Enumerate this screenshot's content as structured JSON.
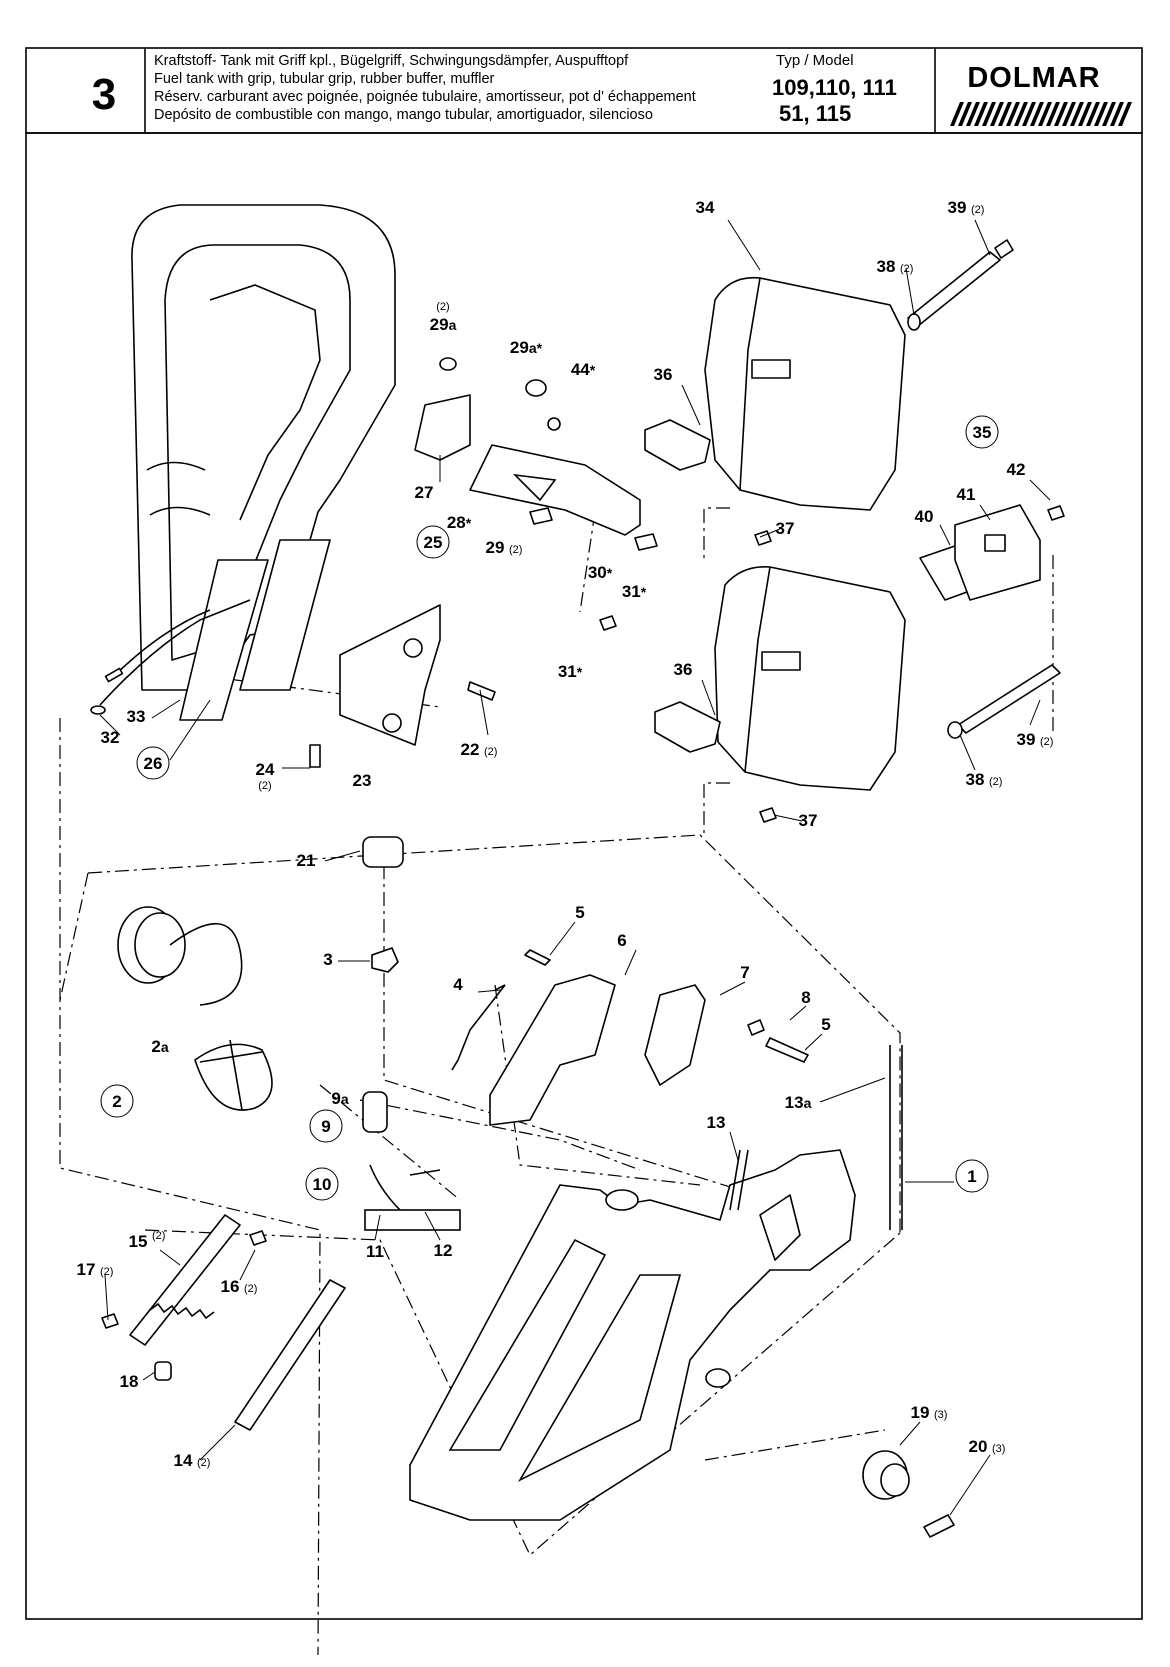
{
  "header": {
    "section_number": "3",
    "descriptions": [
      "Kraftstoff- Tank mit Griff kpl., Bügelgriff, Schwingungsdämpfer, Auspufftopf",
      "Fuel tank with grip, tubular grip, rubber buffer, muffler",
      "Réserv. carburant avec poignée, poignée tubulaire, amortisseur, pot d' échappement",
      "Depósito de combustible con mango, mango tubular, amortiguador, silencioso"
    ],
    "type_label": "Typ / Model",
    "models_line1": "109,110, 111",
    "models_line2": "51, 115",
    "brand": "DOLMAR"
  },
  "parts": [
    {
      "id": "p1",
      "main": "1",
      "sub": "",
      "qty": "",
      "circled": true
    },
    {
      "id": "p2",
      "main": "2",
      "sub": "",
      "qty": "",
      "circled": true
    },
    {
      "id": "p2a",
      "main": "2",
      "sub": "a",
      "qty": "",
      "circled": false
    },
    {
      "id": "p3",
      "main": "3",
      "sub": "",
      "qty": "",
      "circled": false
    },
    {
      "id": "p4",
      "main": "4",
      "sub": "",
      "qty": "",
      "circled": false
    },
    {
      "id": "p5a",
      "main": "5",
      "sub": "",
      "qty": "",
      "circled": false
    },
    {
      "id": "p5b",
      "main": "5",
      "sub": "",
      "qty": "",
      "circled": false
    },
    {
      "id": "p6",
      "main": "6",
      "sub": "",
      "qty": "",
      "circled": false
    },
    {
      "id": "p7",
      "main": "7",
      "sub": "",
      "qty": "",
      "circled": false
    },
    {
      "id": "p8",
      "main": "8",
      "sub": "",
      "qty": "",
      "circled": false
    },
    {
      "id": "p9",
      "main": "9",
      "sub": "",
      "qty": "",
      "circled": true
    },
    {
      "id": "p9a",
      "main": "9",
      "sub": "a",
      "qty": "",
      "circled": false
    },
    {
      "id": "p10",
      "main": "10",
      "sub": "",
      "qty": "",
      "circled": true
    },
    {
      "id": "p11",
      "main": "11",
      "sub": "",
      "qty": "",
      "circled": false
    },
    {
      "id": "p12",
      "main": "12",
      "sub": "",
      "qty": "",
      "circled": false
    },
    {
      "id": "p13",
      "main": "13",
      "sub": "",
      "qty": "",
      "circled": false
    },
    {
      "id": "p13a",
      "main": "13",
      "sub": "a",
      "qty": "",
      "circled": false
    },
    {
      "id": "p14",
      "main": "14",
      "sub": "",
      "qty": "(2)",
      "circled": false
    },
    {
      "id": "p15",
      "main": "15",
      "sub": "",
      "qty": "(2)",
      "circled": false
    },
    {
      "id": "p16",
      "main": "16",
      "sub": "",
      "qty": "(2)",
      "circled": false
    },
    {
      "id": "p17",
      "main": "17",
      "sub": "",
      "qty": "(2)",
      "circled": false
    },
    {
      "id": "p18",
      "main": "18",
      "sub": "",
      "qty": "",
      "circled": false
    },
    {
      "id": "p19",
      "main": "19",
      "sub": "",
      "qty": "(3)",
      "circled": false
    },
    {
      "id": "p20",
      "main": "20",
      "sub": "",
      "qty": "(3)",
      "circled": false
    },
    {
      "id": "p21",
      "main": "21",
      "sub": "",
      "qty": "",
      "circled": false
    },
    {
      "id": "p22",
      "main": "22",
      "sub": "",
      "qty": "(2)",
      "circled": false
    },
    {
      "id": "p23",
      "main": "23",
      "sub": "",
      "qty": "",
      "circled": false
    },
    {
      "id": "p24",
      "main": "24",
      "sub": "",
      "qty": "(2)",
      "circled": false
    },
    {
      "id": "p25",
      "main": "25",
      "sub": "",
      "qty": "",
      "circled": true
    },
    {
      "id": "p26",
      "main": "26",
      "sub": "",
      "qty": "",
      "circled": true
    },
    {
      "id": "p27",
      "main": "27",
      "sub": "",
      "qty": "",
      "circled": false
    },
    {
      "id": "p28",
      "main": "28",
      "sub": "*",
      "qty": "",
      "circled": false
    },
    {
      "id": "p29",
      "main": "29",
      "sub": "",
      "qty": "(2)",
      "circled": false
    },
    {
      "id": "p29a",
      "main": "29",
      "sub": "a",
      "qty": "(2)",
      "circled": false
    },
    {
      "id": "p29a2",
      "main": "29",
      "sub": "a*",
      "qty": "",
      "circled": false
    },
    {
      "id": "p30",
      "main": "30",
      "sub": "*",
      "qty": "",
      "circled": false
    },
    {
      "id": "p31a",
      "main": "31",
      "sub": "*",
      "qty": "",
      "circled": false
    },
    {
      "id": "p31b",
      "main": "31",
      "sub": "*",
      "qty": "",
      "circled": false
    },
    {
      "id": "p32",
      "main": "32",
      "sub": "",
      "qty": "",
      "circled": false
    },
    {
      "id": "p33",
      "main": "33",
      "sub": "",
      "qty": "",
      "circled": false
    },
    {
      "id": "p34",
      "main": "34",
      "sub": "",
      "qty": "",
      "circled": false
    },
    {
      "id": "p35",
      "main": "35",
      "sub": "",
      "qty": "",
      "circled": true
    },
    {
      "id": "p36a",
      "main": "36",
      "sub": "",
      "qty": "",
      "circled": false
    },
    {
      "id": "p36b",
      "main": "36",
      "sub": "",
      "qty": "",
      "circled": false
    },
    {
      "id": "p37a",
      "main": "37",
      "sub": "",
      "qty": "",
      "circled": false
    },
    {
      "id": "p37b",
      "main": "37",
      "sub": "",
      "qty": "",
      "circled": false
    },
    {
      "id": "p38a",
      "main": "38",
      "sub": "",
      "qty": "(2)",
      "circled": false
    },
    {
      "id": "p38b",
      "main": "38",
      "sub": "",
      "qty": "(2)",
      "circled": false
    },
    {
      "id": "p39a",
      "main": "39",
      "sub": "",
      "qty": "(2)",
      "circled": false
    },
    {
      "id": "p39b",
      "main": "39",
      "sub": "",
      "qty": "(2)",
      "circled": false
    },
    {
      "id": "p40",
      "main": "40",
      "sub": "",
      "qty": "",
      "circled": false
    },
    {
      "id": "p41",
      "main": "41",
      "sub": "",
      "qty": "",
      "circled": false
    },
    {
      "id": "p42",
      "main": "42",
      "sub": "",
      "qty": "",
      "circled": false
    },
    {
      "id": "p44",
      "main": "44",
      "sub": "*",
      "qty": "",
      "circled": false
    }
  ]
}
